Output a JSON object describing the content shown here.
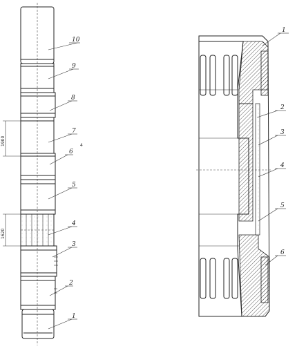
{
  "left_view": {
    "dimensions": [
      "1900",
      "1620"
    ],
    "small_mark": "4",
    "callouts": [
      "10",
      "9",
      "8",
      "7",
      "6",
      "5",
      "4",
      "3",
      "2",
      "1"
    ]
  },
  "right_view": {
    "callouts": [
      "1",
      "2",
      "3",
      "4",
      "5",
      "6"
    ]
  }
}
